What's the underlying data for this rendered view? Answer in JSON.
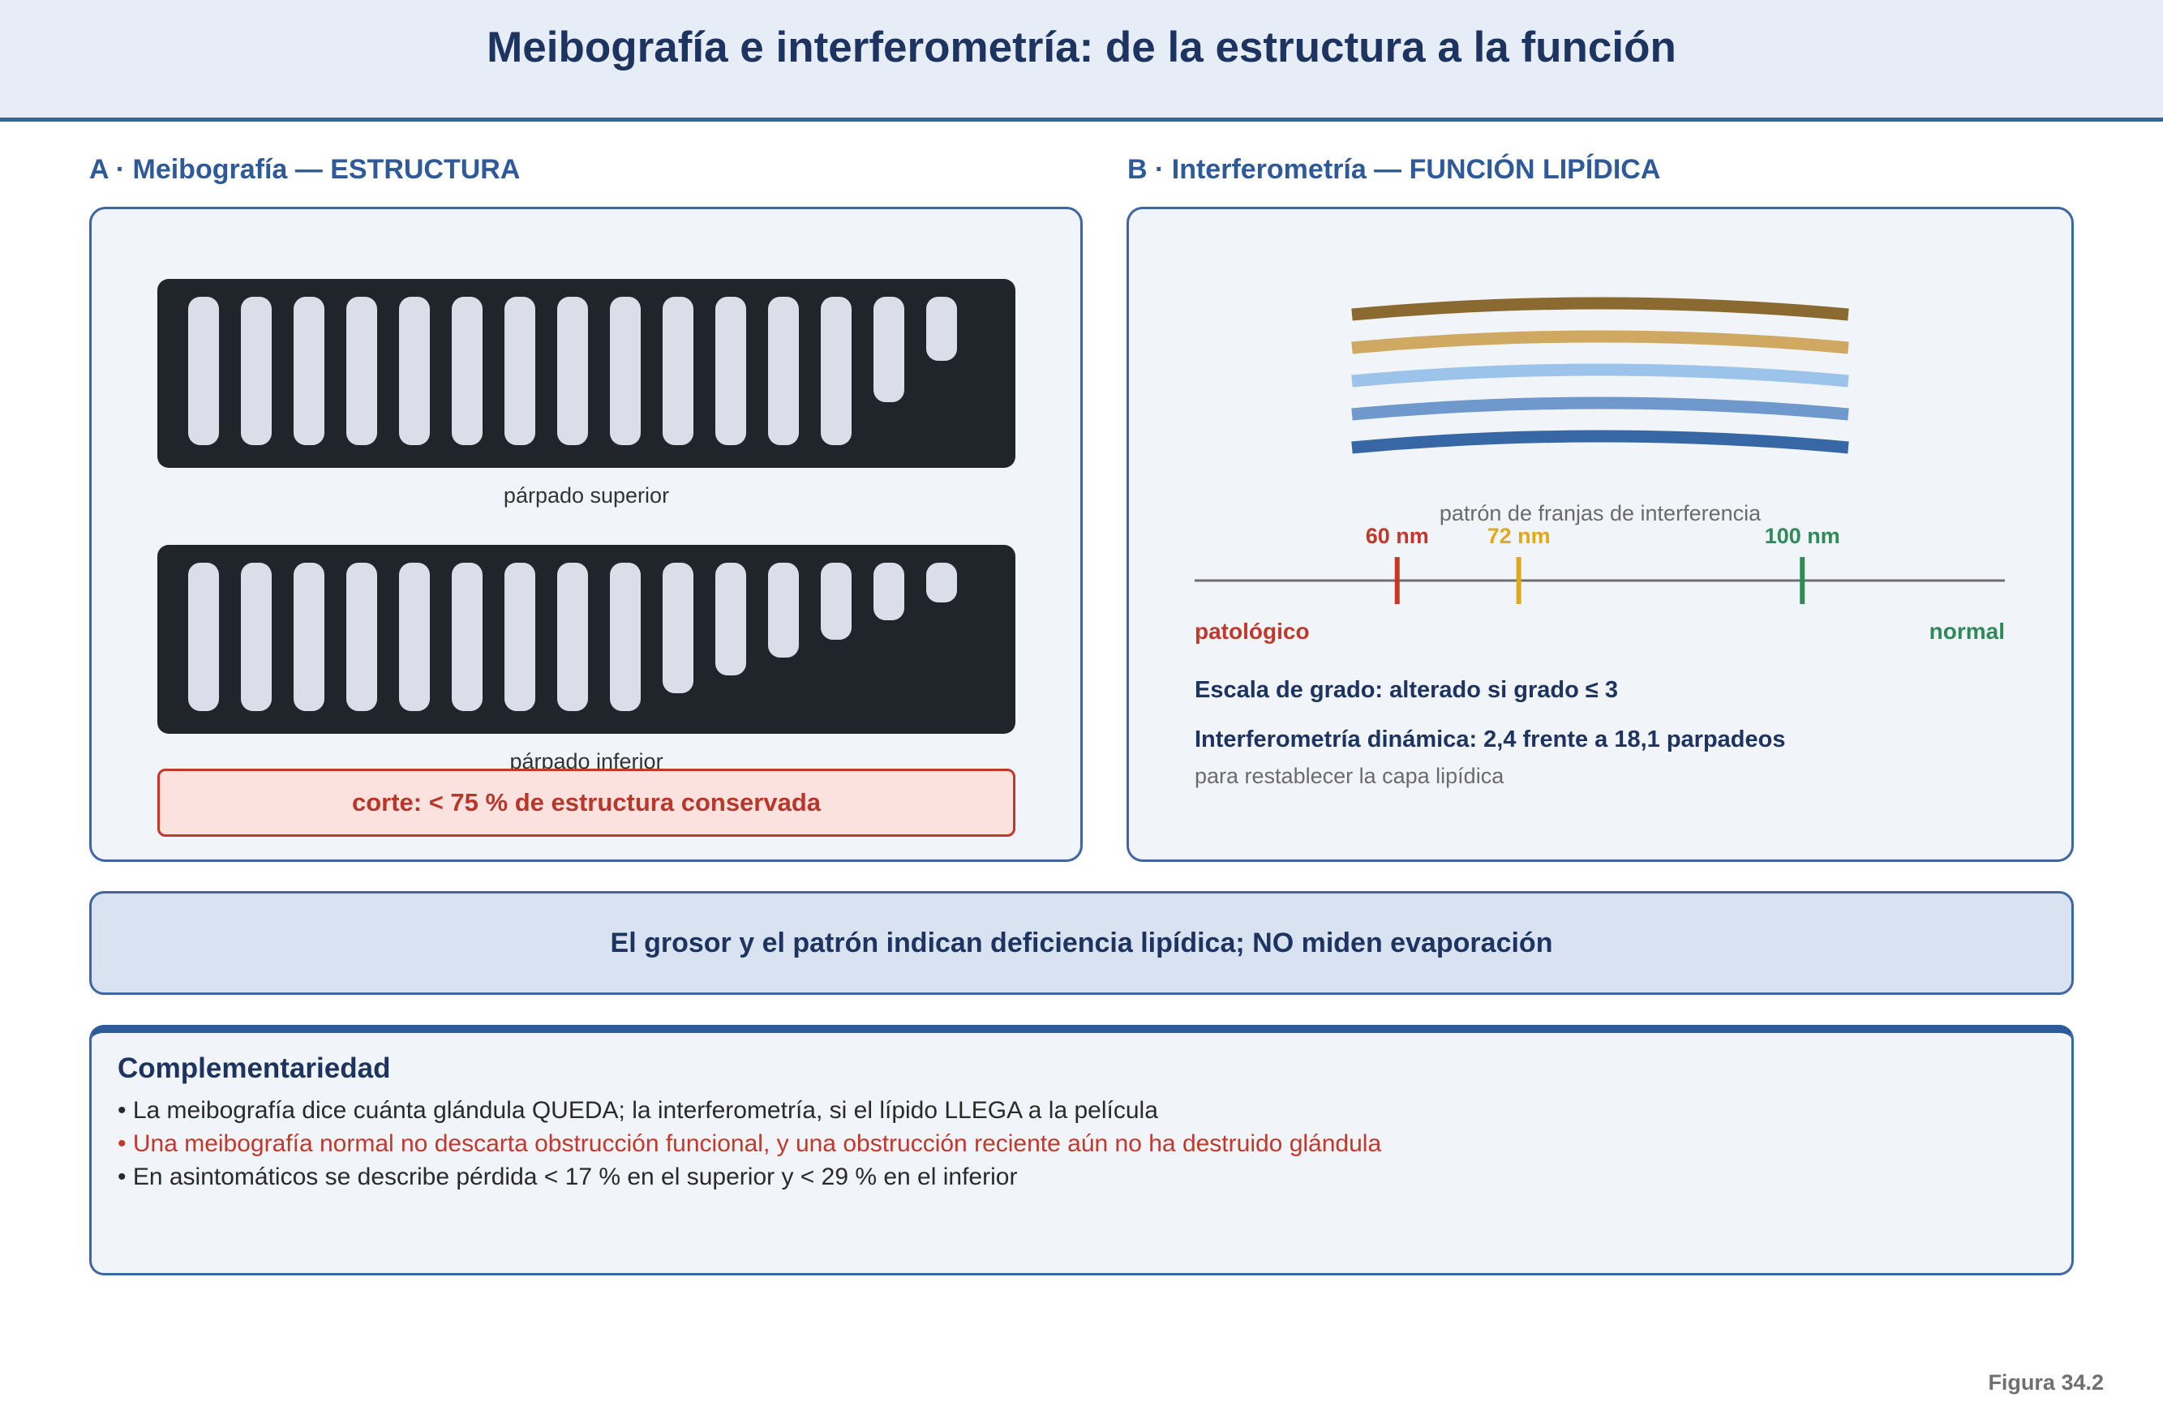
{
  "title": "Meibografía e interferometría: de la estructura a la función",
  "panel_a": {
    "heading": "A · Meibografía — ESTRUCTURA",
    "upper_caption": "párpado superior",
    "lower_caption": "párpado inferior",
    "upper_glands": [
      1,
      1,
      1,
      1,
      1,
      1,
      1,
      1,
      1,
      1,
      1,
      1,
      1,
      0.71,
      0.43
    ],
    "lower_glands": [
      1,
      1,
      1,
      1,
      1,
      1,
      1,
      1,
      1,
      0.88,
      0.76,
      0.64,
      0.52,
      0.39,
      0.27
    ],
    "cutoff": "corte: < 75 % de estructura conservada"
  },
  "panel_b": {
    "heading": "B · Interferometría — FUNCIÓN LIPÍDICA",
    "fringe_caption": "patrón de franjas de interferencia",
    "fringe_colors": [
      "#8b6a32",
      "#cfa962",
      "#9cc3ea",
      "#6f98cc",
      "#3767a5"
    ],
    "scale": {
      "left_label": "patológico",
      "right_label": "normal",
      "ticks": [
        {
          "label": "60 nm",
          "value": 60,
          "color": "#c0392b"
        },
        {
          "label": "72 nm",
          "value": 72,
          "color": "#e0a821"
        },
        {
          "label": "100 nm",
          "value": 100,
          "color": "#2e8b57"
        }
      ]
    },
    "grade_text": "Escala de grado: alterado si grado ≤ 3",
    "dynamic_text": "Interferometría dinámica: 2,4 frente a 18,1 parpadeos",
    "dynamic_sub": "para restablecer la capa lipídica"
  },
  "summary": "El grosor y el patrón indican deficiencia lipídica; NO miden evaporación",
  "complementarity": {
    "title": "Complementariedad",
    "bullets": [
      "• La meibografía dice cuánta glándula QUEDA; la interferometría, si el lípido LLEGA a la película",
      "• Una meibografía normal no descarta obstrucción funcional, y una obstrucción reciente aún no ha destruido glándula",
      "• En asintomáticos se describe pérdida < 17 % en el superior y < 29 % en el inferior"
    ]
  },
  "figure_label": "Figura 34.2",
  "colors": {
    "pathologic": "#c0392b",
    "normal": "#2e8b57",
    "accent": "#2f5a9a"
  }
}
